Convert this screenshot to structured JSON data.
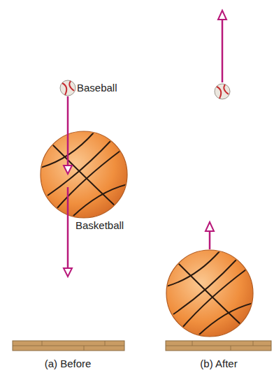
{
  "diagram": {
    "labels": [
      "Baseball",
      "Basketball",
      "(a) Before",
      "(b) After"
    ]
  }
}
